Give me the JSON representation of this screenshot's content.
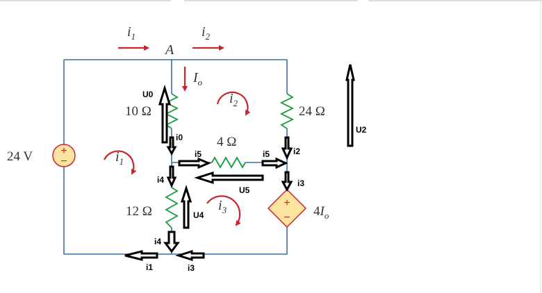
{
  "colors": {
    "wire": "#3b6fa8",
    "resistor": "#1a9a3a",
    "arrow": "#c8242c",
    "source_fill": "#fbe3a0"
  },
  "node_label": "A",
  "top_currents": [
    {
      "name": "i",
      "sub": "1"
    },
    {
      "name": "i",
      "sub": "2"
    }
  ],
  "io_label": {
    "name": "I",
    "sub": "o"
  },
  "loops": [
    {
      "name": "i",
      "sub": "1"
    },
    {
      "name": "i",
      "sub": "2"
    },
    {
      "name": "i",
      "sub": "3"
    }
  ],
  "components": {
    "r10": "10 Ω",
    "r24": "24 Ω",
    "r4": "4 Ω",
    "r12": "12 Ω",
    "vsource": "24 V",
    "dep_source": {
      "coef": "4",
      "name": "I",
      "sub": "o"
    },
    "plus": "+",
    "minus": "−"
  },
  "annotations": {
    "U0": "U0",
    "U2": "U2",
    "U4": "U4",
    "U5": "U5",
    "i0": "i0",
    "i2": "i2",
    "i3a": "i3",
    "i3b": "i3",
    "i4a": "i4",
    "i4b": "i4",
    "i5a": "i5",
    "i5b": "i5",
    "i1": "i1"
  }
}
